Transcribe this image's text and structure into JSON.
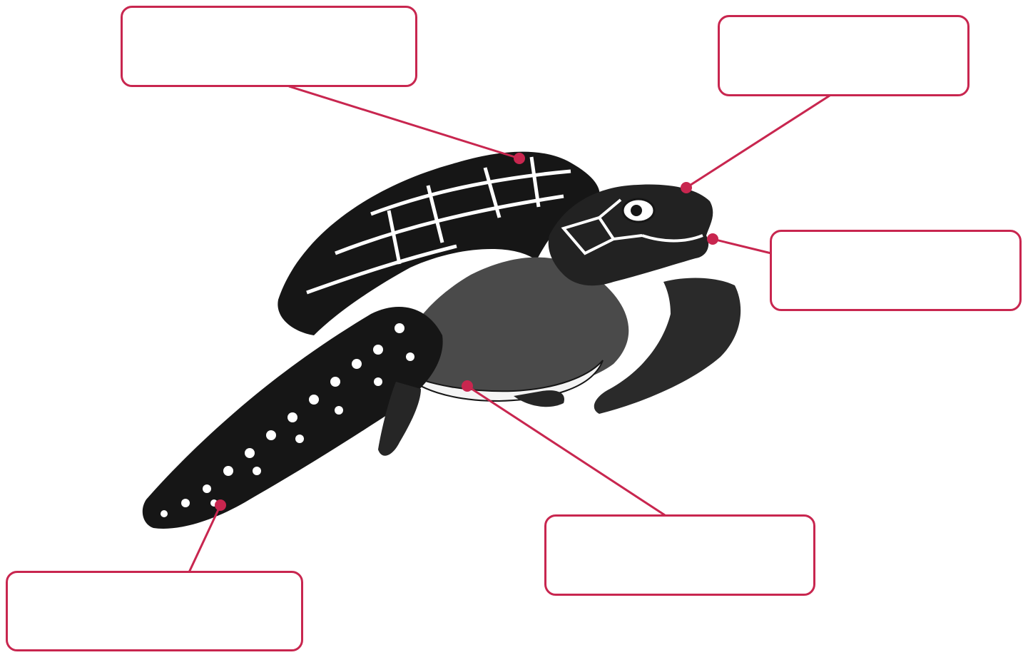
{
  "diagram": {
    "accent_color": "#c8264f",
    "illustration": "sea-turtle-ink-drawing",
    "labels": [
      {
        "id": "shell",
        "text": ""
      },
      {
        "id": "nostril",
        "text": ""
      },
      {
        "id": "beak",
        "text": ""
      },
      {
        "id": "plastron",
        "text": ""
      },
      {
        "id": "flipper",
        "text": ""
      }
    ]
  }
}
